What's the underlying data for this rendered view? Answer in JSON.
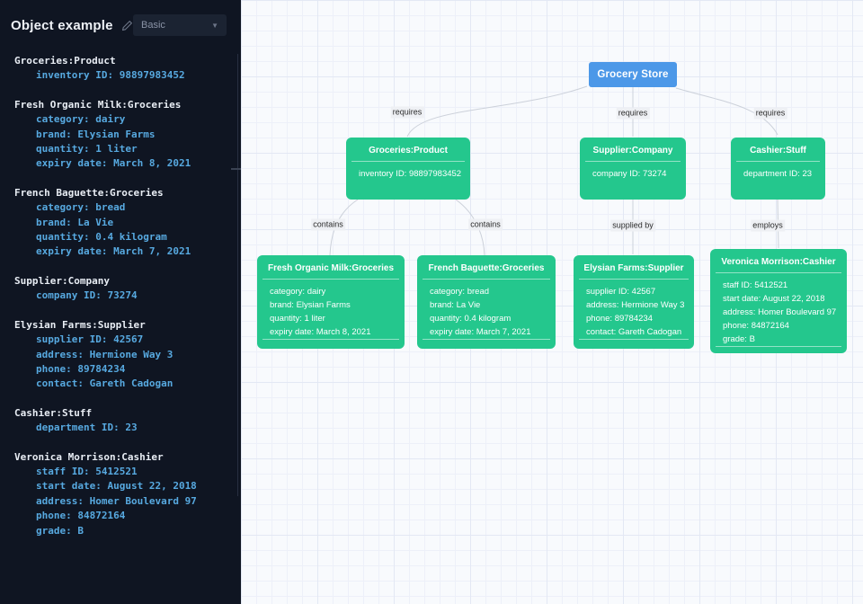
{
  "header": {
    "title": "Object example",
    "mode_select": {
      "value": "Basic",
      "caret": "▼"
    }
  },
  "sidebar": {
    "blocks": [
      {
        "title": "Groceries:Product",
        "attrs": [
          "inventory ID: 98897983452"
        ]
      },
      {
        "title": "Fresh Organic Milk:Groceries",
        "attrs": [
          "category: dairy",
          "brand: Elysian Farms",
          "quantity: 1 liter",
          "expiry date: March 8, 2021"
        ]
      },
      {
        "title": "French Baguette:Groceries",
        "attrs": [
          "category: bread",
          "brand: La Vie",
          "quantity: 0.4 kilogram",
          "expiry date: March 7, 2021"
        ]
      },
      {
        "title": "Supplier:Company",
        "attrs": [
          "company ID: 73274"
        ]
      },
      {
        "title": "Elysian Farms:Supplier",
        "attrs": [
          "supplier ID: 42567",
          "address: Hermione Way 3",
          "phone: 89784234",
          "contact: Gareth Cadogan"
        ]
      },
      {
        "title": "Cashier:Stuff",
        "attrs": [
          "department ID: 23"
        ]
      },
      {
        "title": "Veronica Morrison:Cashier",
        "attrs": [
          "staff ID: 5412521",
          "start date: August 22, 2018",
          "address: Homer Boulevard 97",
          "phone: 84872164",
          "grade: B"
        ]
      }
    ]
  },
  "diagram": {
    "colors": {
      "root_node": "#4c98e8",
      "entity_node": "#24c78d",
      "edge": "#ccd1da",
      "canvas_bg": "#f8fafd"
    },
    "root": {
      "title": "Grocery Store"
    },
    "nodes": [
      {
        "title": "Groceries:Product",
        "attrs": [
          "inventory ID: 98897983452"
        ]
      },
      {
        "title": "Supplier:Company",
        "attrs": [
          "company ID: 73274"
        ]
      },
      {
        "title": "Cashier:Stuff",
        "attrs": [
          "department ID: 23"
        ]
      },
      {
        "title": "Fresh Organic Milk:Groceries",
        "attrs": [
          "category: dairy",
          "brand: Elysian Farms",
          "quantity: 1 liter",
          "expiry date: March 8, 2021"
        ]
      },
      {
        "title": "French Baguette:Groceries",
        "attrs": [
          "category: bread",
          "brand: La Vie",
          "quantity: 0.4 kilogram",
          "expiry date: March 7, 2021"
        ]
      },
      {
        "title": "Elysian Farms:Supplier",
        "attrs": [
          "supplier ID: 42567",
          "address: Hermione Way 3",
          "phone: 89784234",
          "contact: Gareth Cadogan"
        ]
      },
      {
        "title": "Veronica Morrison:Cashier",
        "attrs": [
          "staff ID: 5412521",
          "start date: August 22, 2018",
          "address: Homer Boulevard 97",
          "phone: 84872164",
          "grade: B"
        ]
      }
    ],
    "edges": [
      {
        "label": "requires"
      },
      {
        "label": "requires"
      },
      {
        "label": "requires"
      },
      {
        "label": "contains"
      },
      {
        "label": "contains"
      },
      {
        "label": "supplied by"
      },
      {
        "label": "employs"
      }
    ]
  }
}
